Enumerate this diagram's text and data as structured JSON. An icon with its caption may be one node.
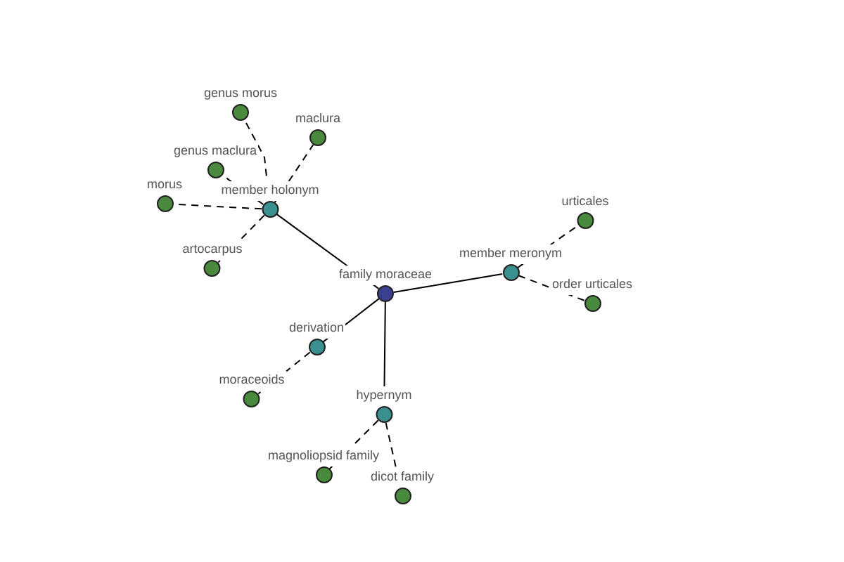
{
  "diagram": {
    "nodes": [
      {
        "text": [
          "family moraceae"
        ]
      },
      {
        "text": [
          "member holonym"
        ]
      },
      {
        "text": [
          "genus morus"
        ]
      },
      {
        "text": [
          "maclura"
        ]
      },
      {
        "text": [
          "genus maclura"
        ]
      },
      {
        "text": [
          "morus"
        ]
      },
      {
        "text": [
          "artocarpus"
        ]
      },
      {
        "text": [
          "member meronym"
        ]
      },
      {
        "text": [
          "urticales"
        ]
      },
      {
        "text": [
          "order urticales"
        ]
      },
      {
        "text": [
          "derivation"
        ]
      },
      {
        "text": [
          "moraceoids"
        ]
      },
      {
        "text": [
          "hypernym"
        ]
      },
      {
        "text": [
          "magnoliopsid family"
        ]
      },
      {
        "text": [
          "dicot family"
        ]
      }
    ],
    "edges": [
      {
        "from": 0,
        "to": 1,
        "arrow": "none"
      },
      {
        "from": 1,
        "to": 2,
        "arrow": "none",
        "style": "dashed"
      },
      {
        "from": 1,
        "to": 3,
        "arrow": "none",
        "style": "dashed"
      },
      {
        "from": 1,
        "to": 4,
        "arrow": "none",
        "style": "dashed"
      },
      {
        "from": 1,
        "to": 5,
        "arrow": "none",
        "style": "dashed"
      },
      {
        "from": 1,
        "to": 6,
        "arrow": "none",
        "style": "dashed"
      },
      {
        "from": 0,
        "to": 7,
        "arrow": "none"
      },
      {
        "from": 7,
        "to": 8,
        "arrow": "none",
        "style": "dashed"
      },
      {
        "from": 7,
        "to": 9,
        "arrow": "none",
        "style": "dashed"
      },
      {
        "from": 0,
        "to": 10,
        "arrow": "none"
      },
      {
        "from": 10,
        "to": 11,
        "arrow": "none",
        "style": "dashed"
      },
      {
        "from": 0,
        "to": 12,
        "arrow": "none"
      },
      {
        "from": 12,
        "to": 13,
        "arrow": "none",
        "style": "dashed"
      },
      {
        "from": 12,
        "to": 14,
        "arrow": "none",
        "style": "dashed"
      }
    ]
  }
}
